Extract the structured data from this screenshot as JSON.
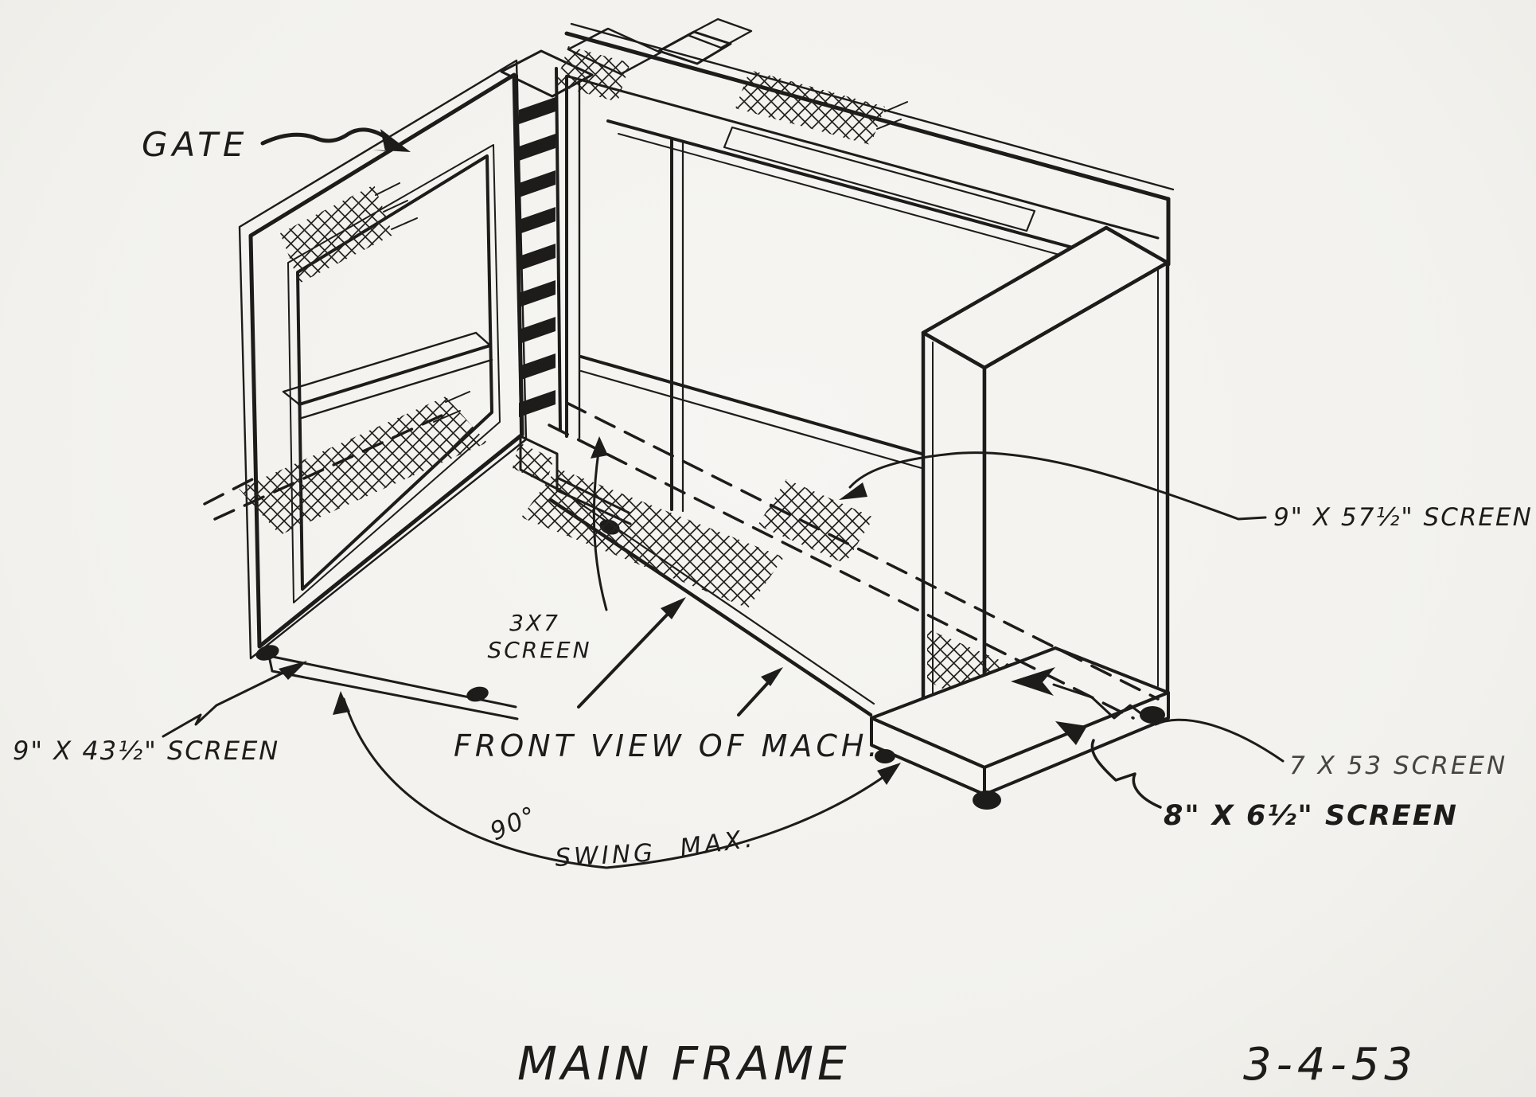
{
  "page": {
    "paper_color": "#f4f3f0",
    "ink_color": "#1d1c1a"
  },
  "drawing": {
    "title": "MAIN FRAME",
    "date": "3-4-53"
  },
  "labels": {
    "gate": "GATE",
    "screen_9x43": "9\" X 43½\" SCREEN",
    "screen_3x7_line1": "3X7",
    "screen_3x7_line2": "SCREEN",
    "front_view": "FRONT VIEW OF MACH.",
    "swing_deg": "90°",
    "swing_word": "SWING",
    "swing_max": "MAX.",
    "screen_9x57": "9\" X 57½\" SCREEN",
    "screen_7x53": "7 X 53 SCREEN",
    "screen_8x6": "8\" X 6½\" SCREEN"
  }
}
